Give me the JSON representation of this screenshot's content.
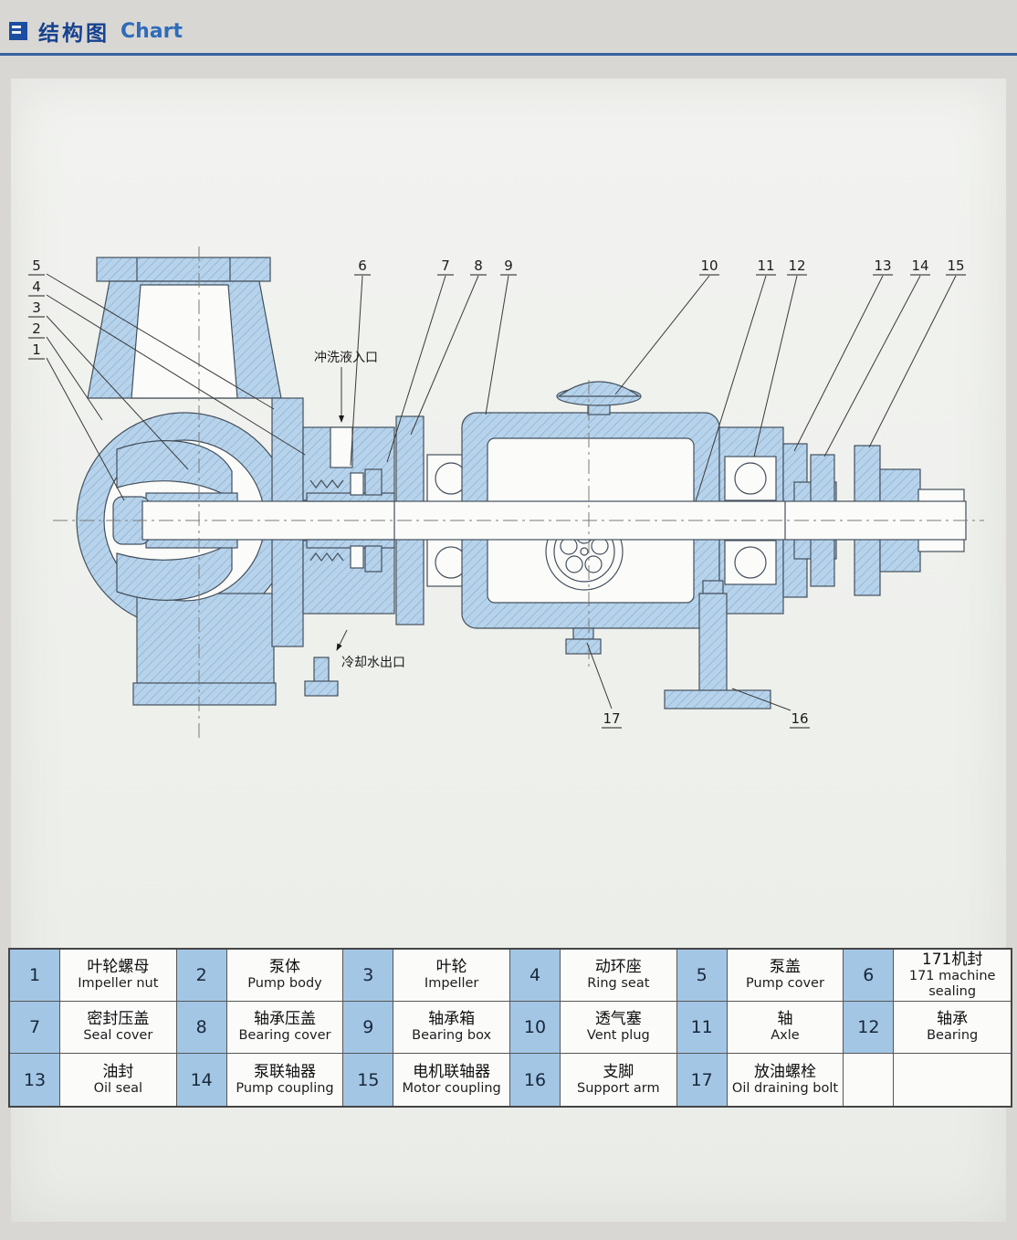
{
  "header": {
    "title_zh": "结构图",
    "title_en": "Chart"
  },
  "colors": {
    "accent_blue": "#16428f",
    "part_fill_blue": "#b7d3eb",
    "hatch_line_blue": "#7fa6c8",
    "outline": "#44505c",
    "table_number_bg": "#a4c6e5"
  },
  "diagram": {
    "callouts": [
      "1",
      "2",
      "3",
      "4",
      "5",
      "6",
      "7",
      "8",
      "9",
      "10",
      "11",
      "12",
      "13",
      "14",
      "15",
      "16",
      "17"
    ],
    "annotations": {
      "flush_inlet": "冲洗液入口",
      "cooling_outlet": "冷却水出口"
    }
  },
  "parts": [
    {
      "no": "1",
      "zh": "叶轮螺母",
      "en": "Impeller nut"
    },
    {
      "no": "2",
      "zh": "泵体",
      "en": "Pump body"
    },
    {
      "no": "3",
      "zh": "叶轮",
      "en": "Impeller"
    },
    {
      "no": "4",
      "zh": "动环座",
      "en": "Ring seat"
    },
    {
      "no": "5",
      "zh": "泵盖",
      "en": "Pump cover"
    },
    {
      "no": "6",
      "zh": "171机封",
      "en": "171 machine sealing"
    },
    {
      "no": "7",
      "zh": "密封压盖",
      "en": "Seal cover"
    },
    {
      "no": "8",
      "zh": "轴承压盖",
      "en": "Bearing cover"
    },
    {
      "no": "9",
      "zh": "轴承箱",
      "en": "Bearing box"
    },
    {
      "no": "10",
      "zh": "透气塞",
      "en": "Vent plug"
    },
    {
      "no": "11",
      "zh": "轴",
      "en": "Axle"
    },
    {
      "no": "12",
      "zh": "轴承",
      "en": "Bearing"
    },
    {
      "no": "13",
      "zh": "油封",
      "en": "Oil seal"
    },
    {
      "no": "14",
      "zh": "泵联轴器",
      "en": "Pump coupling"
    },
    {
      "no": "15",
      "zh": "电机联轴器",
      "en": "Motor coupling"
    },
    {
      "no": "16",
      "zh": "支脚",
      "en": "Support arm"
    },
    {
      "no": "17",
      "zh": "放油螺栓",
      "en": "Oil draining bolt"
    }
  ]
}
